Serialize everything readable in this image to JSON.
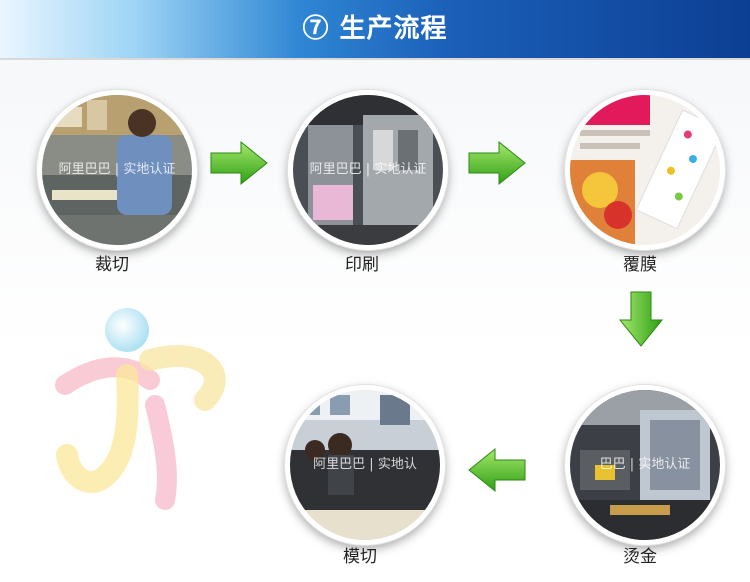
{
  "header": {
    "title": "⑦ 生产流程"
  },
  "steps": [
    {
      "label": "裁切",
      "watermark": "阿里巴巴 | 实地认证"
    },
    {
      "label": "印刷",
      "watermark": "阿里巴巴 | 实地认证"
    },
    {
      "label": "覆膜",
      "watermark": ""
    },
    {
      "label": "烫金",
      "watermark": "巴巴 | 实地认证"
    },
    {
      "label": "模切",
      "watermark": "阿里巴巴 | 实地认"
    }
  ],
  "icons": {
    "arrow": "green-arrow-icon",
    "logo": "decorative-logo"
  },
  "colors": {
    "header_dark": "#0c3f93",
    "header_light": "#9dd4f5",
    "arrow_green": "#3fbb1f"
  }
}
